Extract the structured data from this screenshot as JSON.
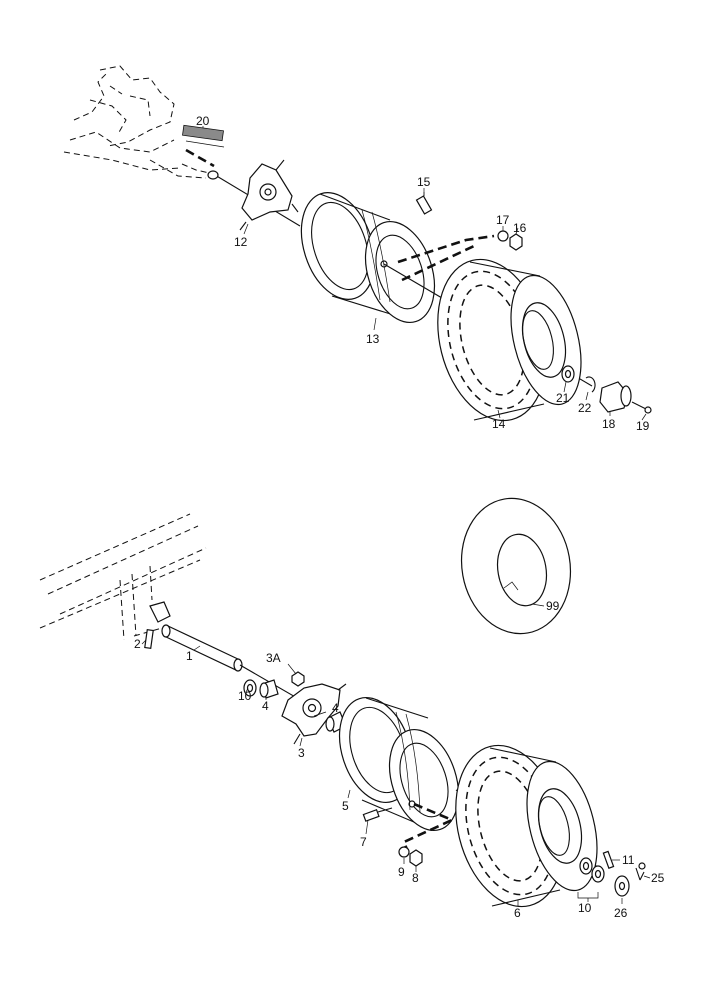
{
  "diagram": {
    "labels": {
      "l20": "20",
      "l15": "15",
      "l17": "17",
      "l16": "16",
      "l12": "12",
      "l13": "13",
      "l21": "21",
      "l22": "22",
      "l18": "18",
      "l19": "19",
      "l14": "14",
      "l99": "99",
      "l2": "2",
      "l1": "1",
      "l3A": "3A",
      "l10a": "10",
      "l4a": "4",
      "l4b": "4",
      "l3": "3",
      "l5": "5",
      "l7": "7",
      "l9": "9",
      "l8": "8",
      "l11": "11",
      "l25": "25",
      "l10b": "10",
      "l26": "26",
      "l6": "6"
    }
  }
}
